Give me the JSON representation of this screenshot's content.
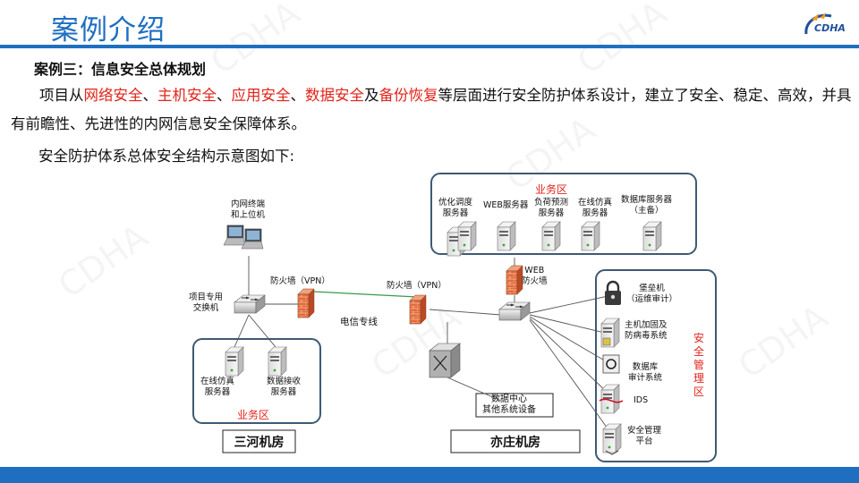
{
  "header": {
    "title": "案例介绍",
    "logo_text": "CDHA"
  },
  "watermark": "CDHA",
  "case_title": "案例三：信息安全总体规划",
  "intro": {
    "p1": "项目从",
    "h1": "网络安全",
    "s1": "、",
    "h2": "主机安全",
    "s2": "、",
    "h3": "应用安全",
    "s3": "、",
    "h4": "数据安全",
    "s4": "及",
    "h5": "备份恢复",
    "p2": "等层面进行安全防护体系设计，建立了安全、稳定、高效，并具有前瞻性、先进性的内网信息安全保障体系。"
  },
  "subtitle": "安全防护体系总体安全结构示意图如下:",
  "diagram": {
    "left": {
      "terminal_label": [
        "内网终端",
        "和上位机"
      ],
      "switch_label": [
        "项目专用",
        "交换机"
      ],
      "firewall_label": "防火墙（VPN）",
      "zone_label": "业务区",
      "servers": [
        [
          "在线仿真",
          "服务器"
        ],
        [
          "数据接收",
          "服务器"
        ]
      ],
      "room": "三河机房"
    },
    "link_label": "电信专线",
    "right": {
      "firewall_label": "防火墙（VPN）",
      "web_firewall_label": [
        "WEB",
        "防火墙"
      ],
      "datacenter_label": [
        "数据中心",
        "其他系统设备"
      ],
      "room": "亦庄机房",
      "business_zone": {
        "label": "业务区",
        "servers": [
          [
            "优化调度",
            "服务器"
          ],
          [
            "WEB服务器"
          ],
          [
            "负荷预测",
            "服务器"
          ],
          [
            "在线仿真",
            "服务器"
          ],
          [
            "数据库服务器",
            "（主备）"
          ]
        ]
      },
      "security_zone": {
        "label": "安全管理区",
        "devices": [
          [
            "堡垒机",
            "（运维审计）"
          ],
          [
            "主机加固及",
            "防病毒系统"
          ],
          [
            "数据库",
            "审计系统"
          ],
          [
            "IDS"
          ],
          [
            "安全管理",
            "平台"
          ]
        ]
      }
    }
  },
  "colors": {
    "accent": "#1f6fc1",
    "highlight": "#e2231a",
    "zone_border": "#3d5a73"
  },
  "icons": [
    "pc-icon",
    "switch-icon",
    "firewall-icon",
    "server-icon",
    "router-icon",
    "lock-icon",
    "shield-icon",
    "audit-icon",
    "ids-icon",
    "platform-icon"
  ]
}
